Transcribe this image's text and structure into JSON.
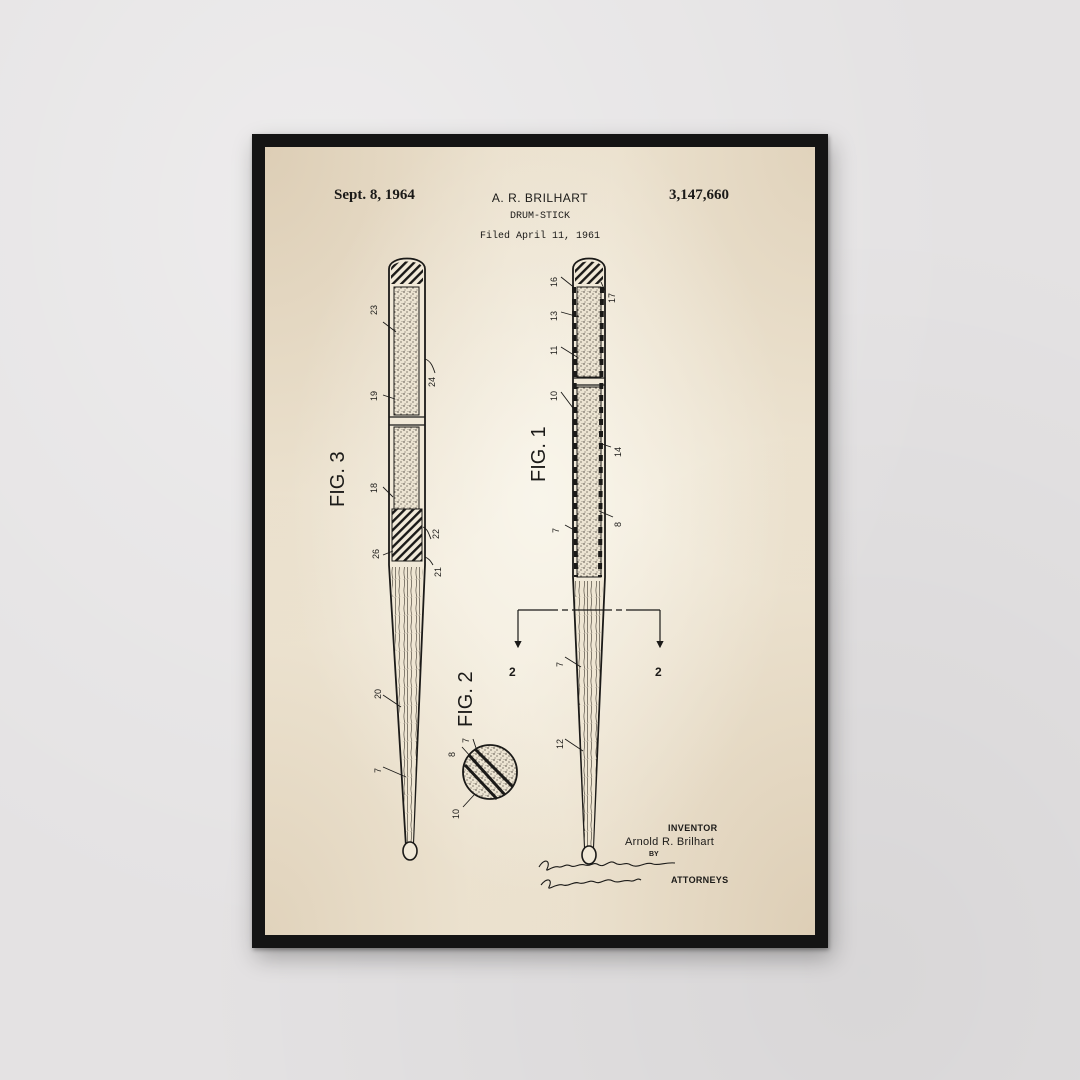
{
  "patent": {
    "date": "Sept. 8, 1964",
    "inventor_header": "A. R. BRILHART",
    "number": "3,147,660",
    "title": "DRUM-STICK",
    "filed": "Filed April 11, 1961"
  },
  "figures": {
    "fig1": "FIG. 1",
    "fig2": "FIG. 2",
    "fig3": "FIG. 3"
  },
  "reference_numerals": {
    "fig3": [
      "23",
      "24",
      "19",
      "18",
      "22",
      "26",
      "21",
      "20",
      "7"
    ],
    "fig2": [
      "7",
      "8",
      "10"
    ],
    "fig1": [
      "16",
      "17",
      "13",
      "11",
      "10",
      "14",
      "7",
      "8",
      "7",
      "12"
    ],
    "section_marks": [
      "2",
      "2"
    ]
  },
  "footer": {
    "inventor_label": "INVENTOR",
    "inventor_name": "Arnold R. Brilhart",
    "by": "BY",
    "attorneys": "ATTORNEYS",
    "signature": "Pennie, Edmonds, Morton, Barrows & Taylor"
  },
  "colors": {
    "wall": "#e4e2e3",
    "frame": "#141414",
    "paper": "#f1e9d8",
    "ink": "#1b1a18"
  }
}
